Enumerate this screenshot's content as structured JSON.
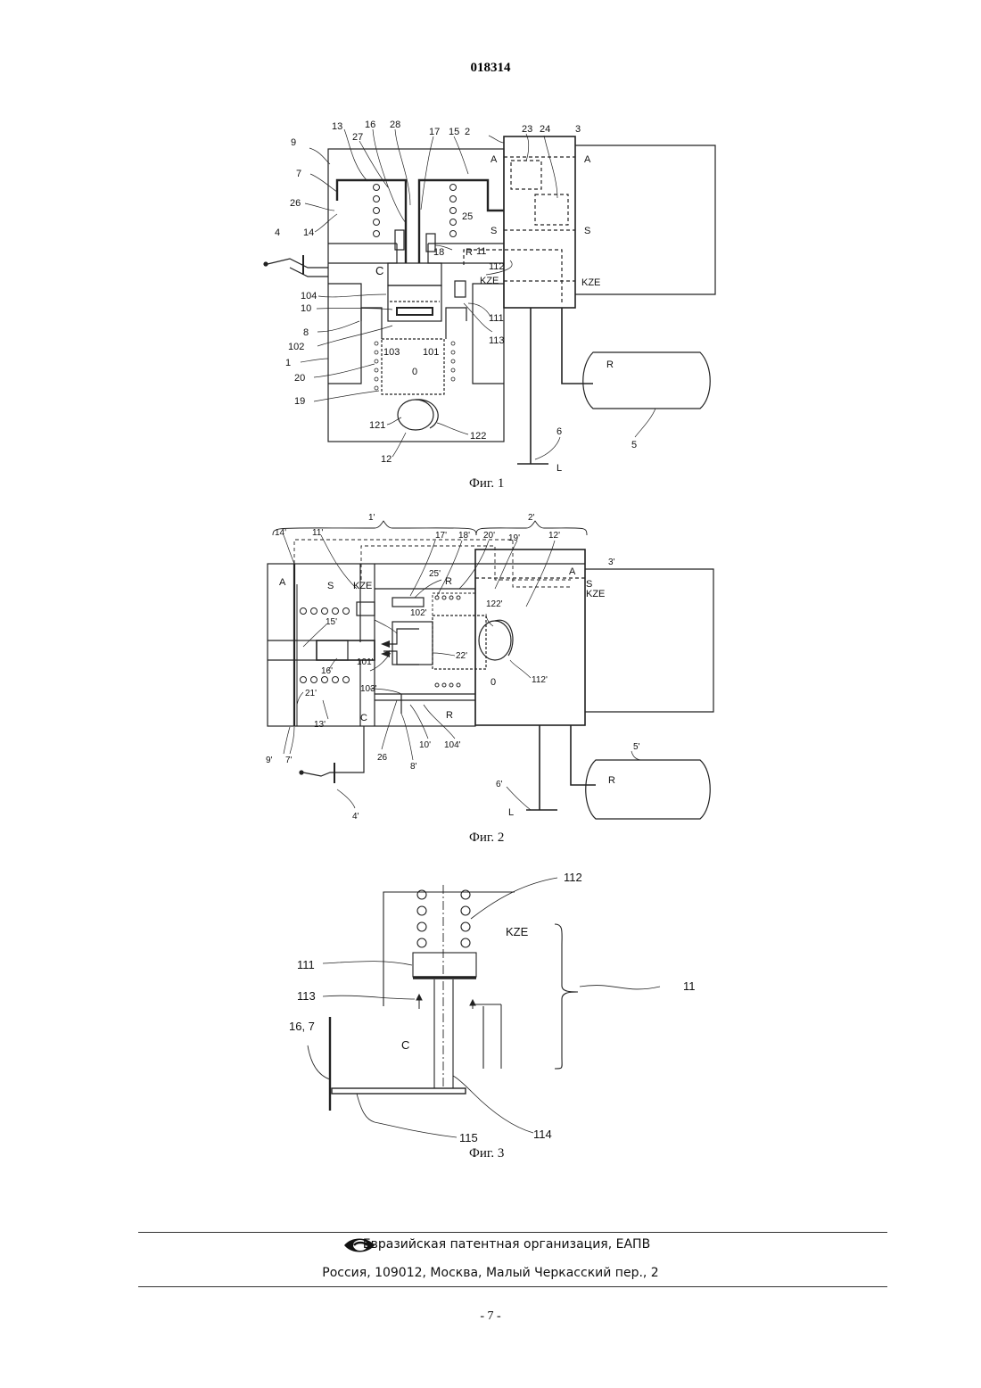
{
  "document": {
    "number": "018314"
  },
  "figure1": {
    "caption": "Фиг. 1",
    "refs": [
      "9",
      "7",
      "26",
      "14",
      "4",
      "13",
      "27",
      "16",
      "28",
      "17",
      "15",
      "2",
      "23",
      "24",
      "3",
      "25",
      "18",
      "11",
      "112",
      "KZE",
      "111",
      "113",
      "101",
      "103",
      "102",
      "104",
      "10",
      "8",
      "1",
      "20",
      "19",
      "0",
      "C",
      "A",
      "S",
      "R",
      "121",
      "122",
      "12",
      "6",
      "L",
      "5"
    ],
    "zone_labels": {
      "a": "A",
      "s": "S",
      "kze": "KZE",
      "r": "R",
      "c": "C",
      "o": "0",
      "l": "L"
    }
  },
  "figure2": {
    "caption": "Фиг. 2",
    "refs": [
      "1'",
      "2'",
      "14'",
      "11'",
      "17'",
      "18'",
      "20'",
      "19'",
      "12'",
      "3'",
      "25'",
      "102'",
      "122'",
      "15'",
      "101'",
      "22'",
      "112'",
      "16'",
      "103'",
      "21'",
      "13'",
      "9'",
      "7'",
      "26",
      "8'",
      "10'",
      "104'",
      "4'",
      "5'",
      "6'"
    ],
    "zone_labels": {
      "a": "A",
      "s": "S",
      "kze": "KZE",
      "r": "R",
      "c": "C",
      "o": "0",
      "l": "L"
    }
  },
  "figure3": {
    "caption": "Фиг. 3",
    "refs": [
      "112",
      "KZE",
      "111",
      "11",
      "113",
      "16, 7",
      "C",
      "115",
      "114"
    ]
  },
  "footer": {
    "org": "Евразийская патентная организация, ЕАПВ",
    "address": "Россия, 109012, Москва, Малый Черкасский пер., 2",
    "page": "- 7 -"
  }
}
